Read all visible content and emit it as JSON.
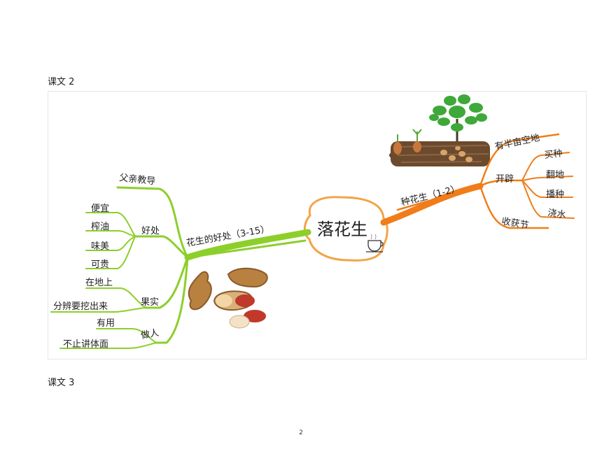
{
  "page": {
    "section_label_1": "课文 2",
    "section_label_2": "课文 3",
    "page_number": "2"
  },
  "mindmap": {
    "center": "落花生",
    "left_branch": {
      "label": "花生的好处（3-15）",
      "children": [
        {
          "label": "父亲教导"
        },
        {
          "label": "好处",
          "children": [
            "便宜",
            "榨油",
            "味美",
            "可贵"
          ]
        },
        {
          "label": "果实",
          "children": [
            "在地上",
            "分辨要挖出来"
          ]
        },
        {
          "label": "做人",
          "children": [
            "有用",
            "不止讲体面"
          ]
        }
      ]
    },
    "right_branch": {
      "label": "种花生（1-2）",
      "children": [
        {
          "label": "有半亩空地"
        },
        {
          "label": "开辟",
          "children": [
            "买种",
            "翻地",
            "播种",
            "浇水"
          ]
        },
        {
          "label": "收获节"
        }
      ]
    },
    "colors": {
      "left_branch": "#8ccf2a",
      "right_branch": "#f07d1a",
      "center_border": "#f3a447",
      "plant_leaf": "#3fa83a",
      "soil": "#6b4a2e",
      "peanut_shell": "#b9813f",
      "peanut_skin": "#c0392b"
    },
    "decorations": [
      "peanut-plant-icon",
      "peanut-icon",
      "teacup-icon"
    ]
  }
}
